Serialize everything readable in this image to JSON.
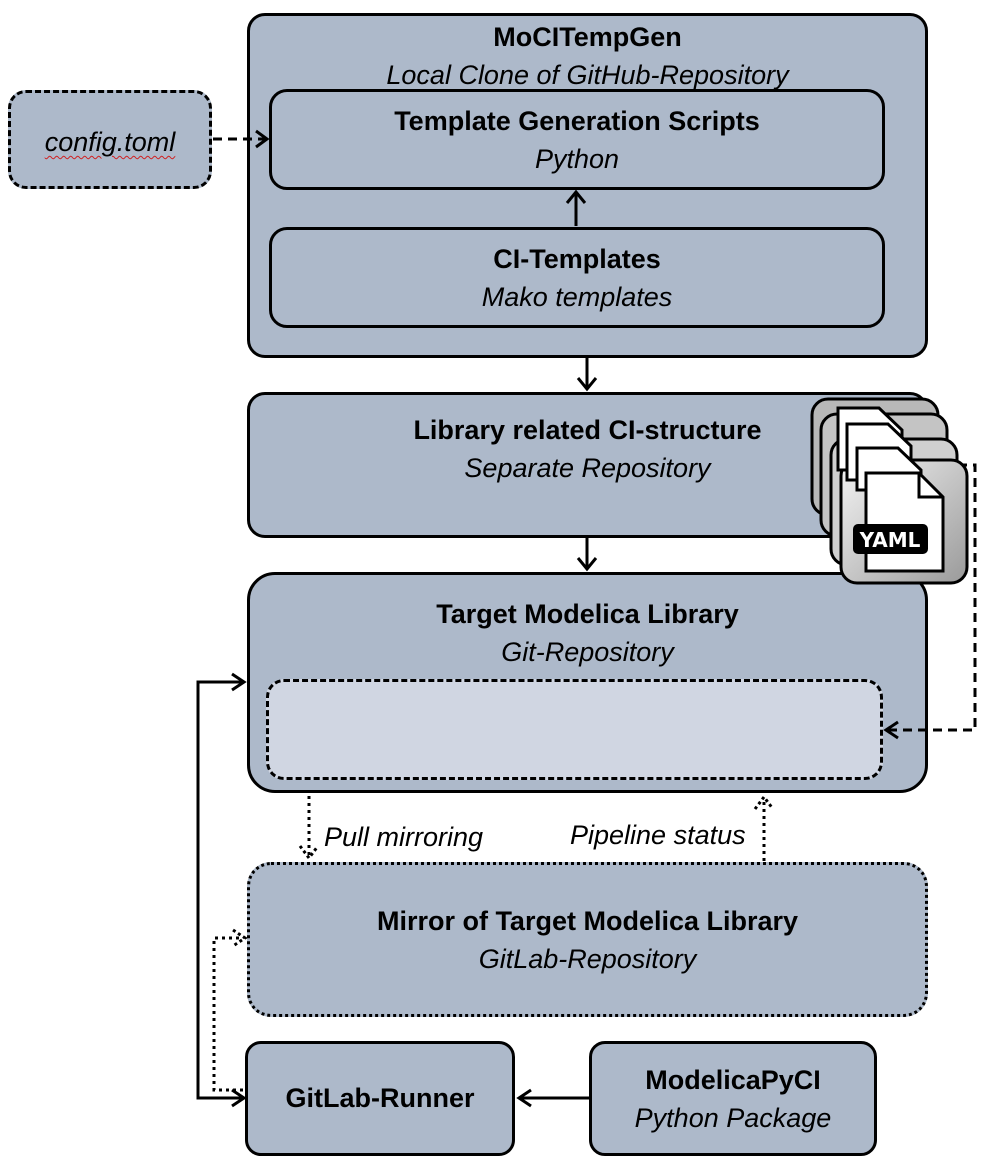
{
  "config": {
    "label": "config.toml"
  },
  "mocitempgen": {
    "title": "MoCITempGen",
    "subtitle": "Local Clone of GitHub-Repository"
  },
  "scripts": {
    "title": "Template Generation Scripts",
    "subtitle": "Python"
  },
  "templates": {
    "title": "CI-Templates",
    "subtitle": "Mako templates"
  },
  "ci_structure": {
    "title": "Library related CI-structure",
    "subtitle": "Separate Repository"
  },
  "yaml_icon": {
    "label": "YAML"
  },
  "target_lib": {
    "title": "Target Modelica Library",
    "subtitle": "Git-Repository"
  },
  "edges": {
    "pull_mirroring": "Pull mirroring",
    "pipeline_status": "Pipeline status"
  },
  "mirror": {
    "title": "Mirror of Target Modelica Library",
    "subtitle": "GitLab-Repository"
  },
  "runner": {
    "title": "GitLab-Runner"
  },
  "pyci": {
    "title": "ModelicaPyCI",
    "subtitle": "Python Package"
  },
  "colors": {
    "box_fill": "#adb9ca",
    "inner_fill": "#d0d6e2",
    "stroke": "#000000"
  }
}
